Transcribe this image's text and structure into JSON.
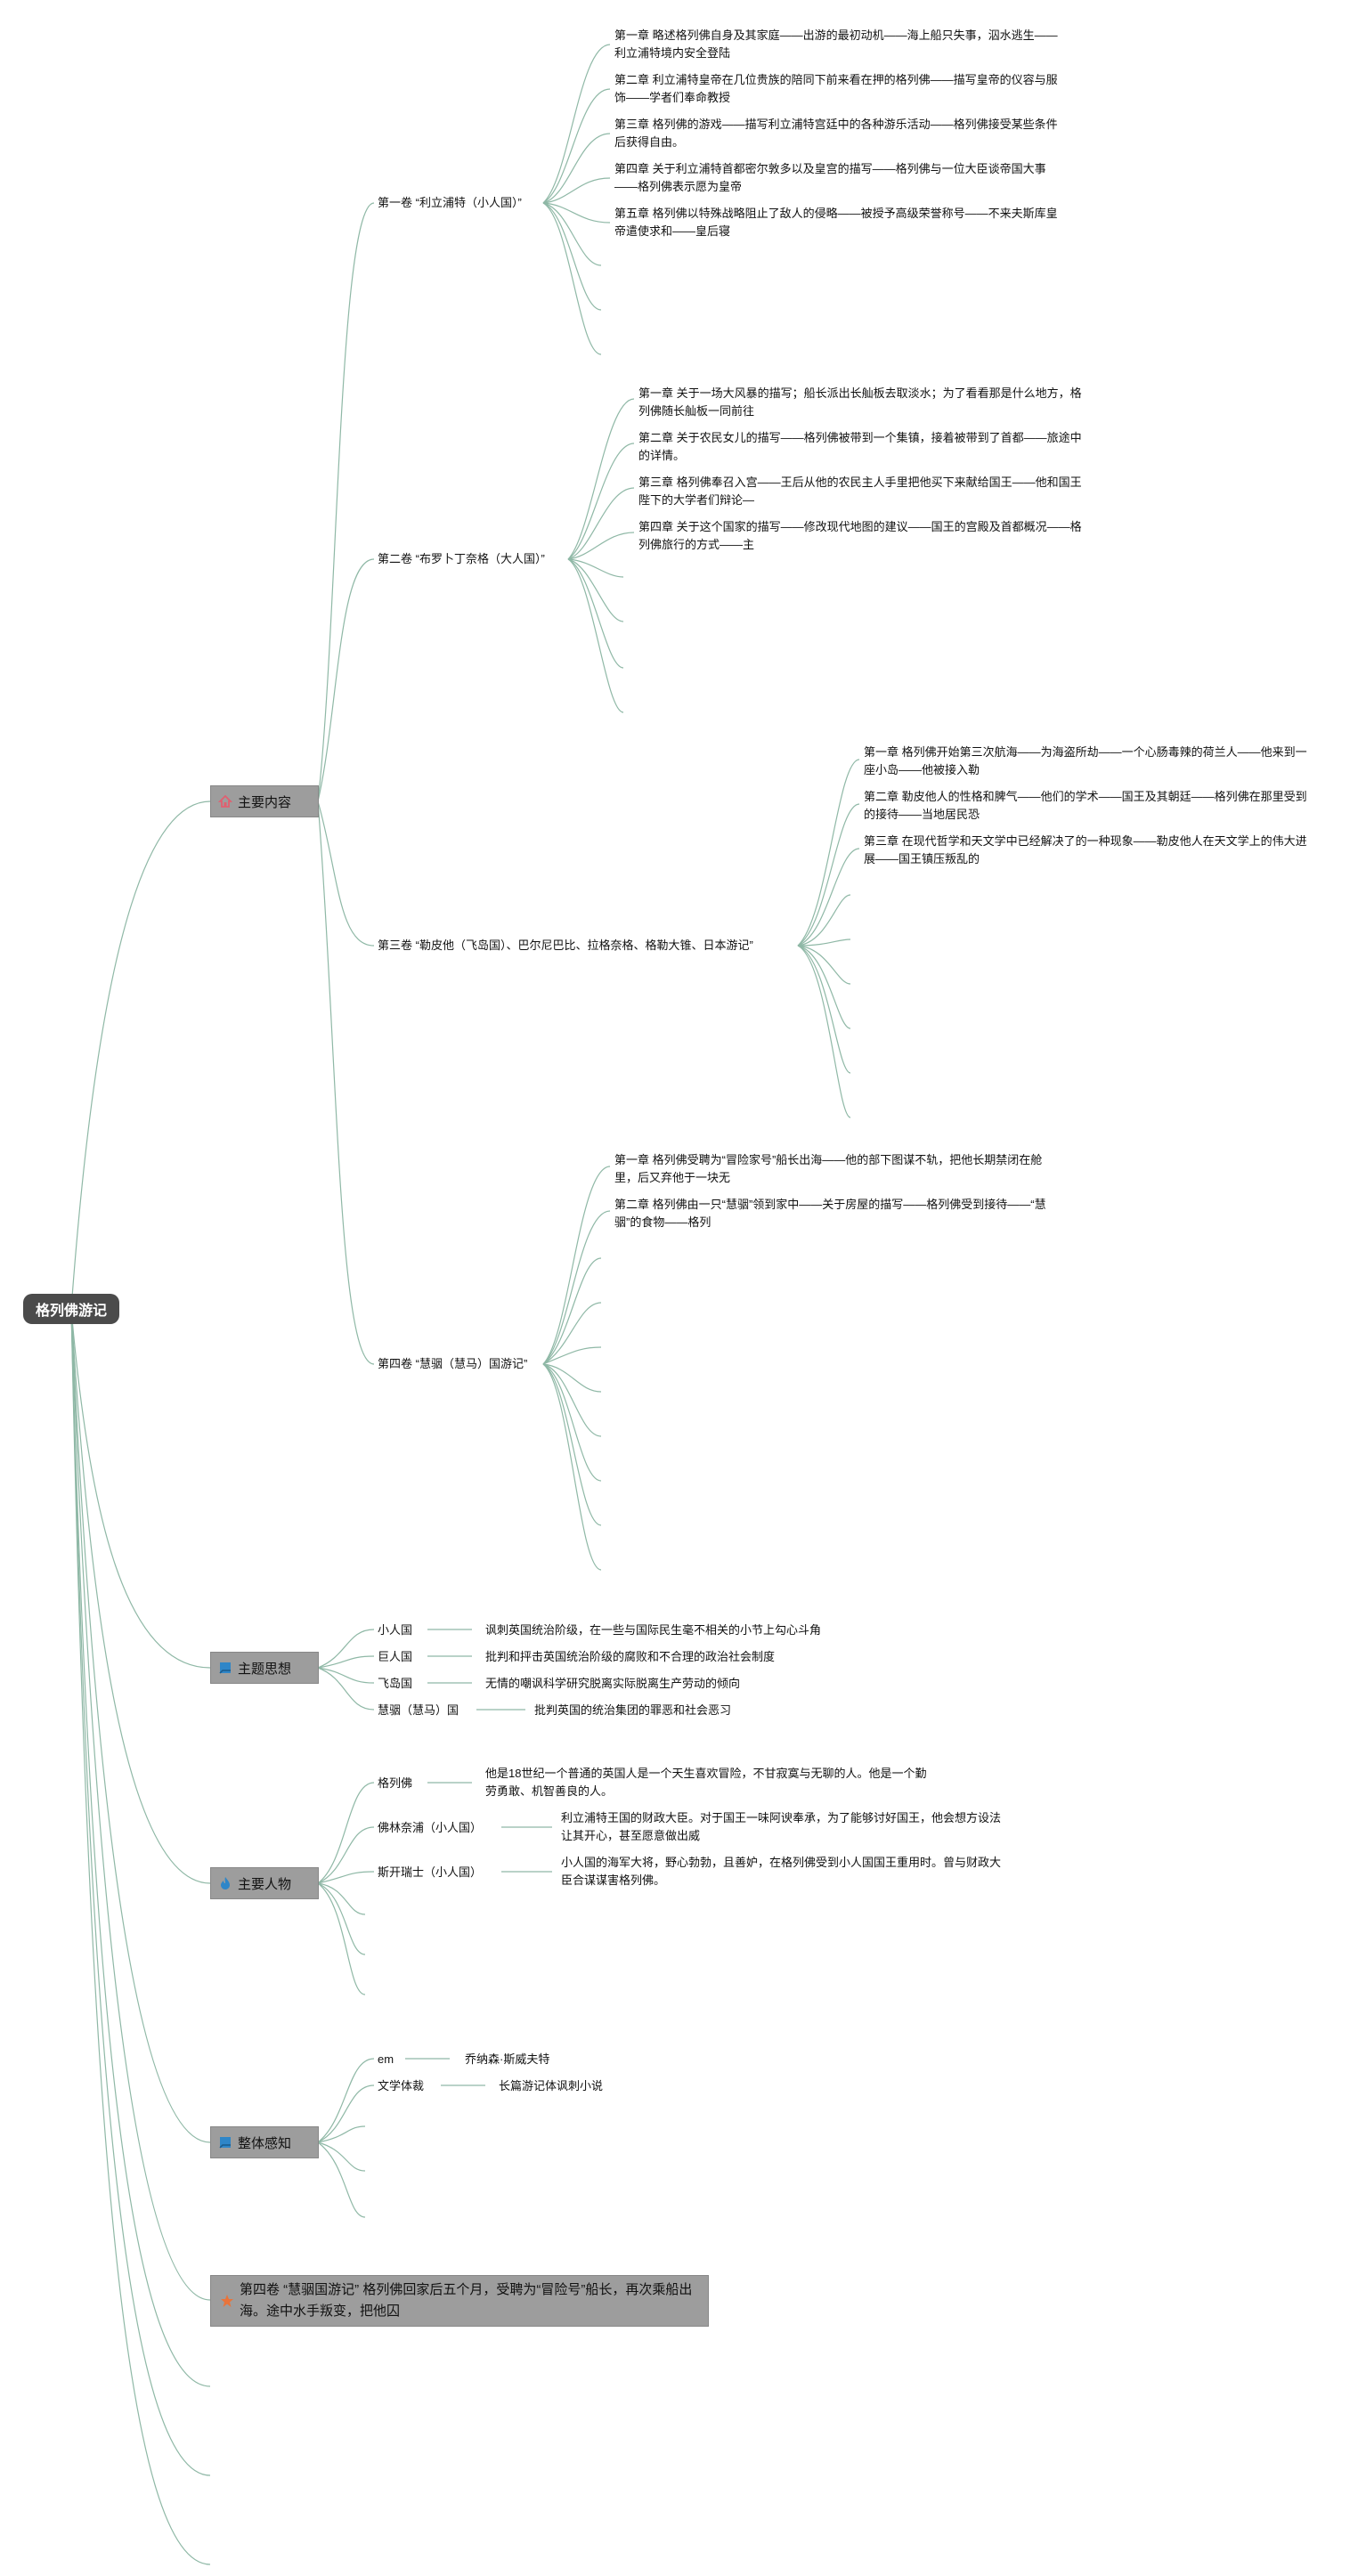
{
  "root": {
    "label": "格列佛游记"
  },
  "main_content": {
    "label": "主要内容",
    "vol1": {
      "label": "第一卷 “利立浦特（小人国）”",
      "chapters": [
        "第一章 略述格列佛自身及其家庭——出游的最初动机——海上船只失事，泅水逃生——利立浦特境内安全登陆",
        "第二章 利立浦特皇帝在几位贵族的陪同下前来看在押的格列佛——描写皇帝的仪容与服饰——学者们奉命教授",
        "第三章 格列佛的游戏——描写利立浦特宫廷中的各种游乐活动——格列佛接受某些条件后获得自由。",
        "第四章 关于利立浦特首都密尔敦多以及皇宫的描写——格列佛与一位大臣谈帝国大事——格列佛表示愿为皇帝",
        "第五章 格列佛以特殊战略阻止了敌人的侵略——被授予高级荣誉称号——不来夫斯库皇帝遣使求和——皇后寝"
      ]
    },
    "vol2": {
      "label": "第二卷 “布罗卜丁奈格（大人国）”",
      "chapters": [
        "第一章 关于一场大风暴的描写；船长派出长舢板去取淡水；为了看看那是什么地方，格列佛随长舢板一同前往",
        "第二章 关于农民女儿的描写——格列佛被带到一个集镇，接着被带到了首都——旅途中的详情。",
        "第三章 格列佛奉召入宫——王后从他的农民主人手里把他买下来献给国王——他和国王陛下的大学者们辩论—",
        "第四章 关于这个国家的描写——修改现代地图的建议——国王的宫殿及首都概况——格列佛旅行的方式——主"
      ]
    },
    "vol3": {
      "label": "第三卷 “勒皮他（飞岛国）、巴尔尼巴比、拉格奈格、格勒大锥、日本游记”",
      "chapters": [
        "第一章 格列佛开始第三次航海——为海盗所劫——一个心肠毒辣的荷兰人——他来到一座小岛——他被接入勒",
        "第二章 勒皮他人的性格和脾气——他们的学术——国王及其朝廷——格列佛在那里受到的接待——当地居民恐",
        "第三章 在现代哲学和天文学中已经解决了的一种现象——勒皮他人在天文学上的伟大进展——国王镇压叛乱的"
      ]
    },
    "vol4": {
      "label": "第四卷 “慧骃（慧马）国游记”",
      "chapters": [
        "第一章 格列佛受聘为“冒险家号”船长出海——他的部下图谋不轨，把他长期禁闭在舱里，后又弃他于一块无",
        "第二章 格列佛由一只“慧骃”领到家中——关于房屋的描写——格列佛受到接待——“慧骃”的食物——格列"
      ]
    }
  },
  "theme": {
    "label": "主题思想",
    "items": [
      {
        "k": "小人国",
        "v": "讽刺英国统治阶级，在一些与国际民生毫不相关的小节上勾心斗角"
      },
      {
        "k": "巨人国",
        "v": "批判和抨击英国统治阶级的腐败和不合理的政治社会制度"
      },
      {
        "k": "飞岛国",
        "v": "无情的嘲讽科学研究脱离实际脱离生产劳动的倾向"
      },
      {
        "k": "慧骃（慧马）国",
        "v": "批判英国的统治集团的罪恶和社会恶习"
      }
    ]
  },
  "characters": {
    "label": "主要人物",
    "items": [
      {
        "k": "格列佛",
        "v": "他是18世纪一个普通的英国人是一个天生喜欢冒险，不甘寂寞与无聊的人。他是一个勤劳勇敢、机智善良的人。"
      },
      {
        "k": "佛林奈浦（小人国）",
        "v": "利立浦特王国的财政大臣。对于国王一味阿谀奉承，为了能够讨好国王，他会想方设法让其开心，甚至愿意做出威"
      },
      {
        "k": "斯开瑞士（小人国）",
        "v": "小人国的海军大将，野心勃勃，且善妒，在格列佛受到小人国国王重用时。曾与财政大臣合谋谋害格列佛。"
      }
    ]
  },
  "overall": {
    "label": "整体感知",
    "items": [
      {
        "k": "em",
        "v": "乔纳森·斯威夫特"
      },
      {
        "k": "文学体裁",
        "v": "长篇游记体讽刺小说"
      }
    ]
  },
  "summary": {
    "text": "第四卷 “慧骃国游记” 格列佛回家后五个月，受聘为“冒险号”船长，再次乘船出海。途中水手叛变，把他囚"
  },
  "colors": {
    "line": "#8fb8a6",
    "node": "#9d9d9d",
    "root": "#4b4b4b",
    "home_icon": "#e06070",
    "flag_icon": "#2f86c8",
    "fire_icon": "#2f86c8",
    "star_icon": "#e8743b"
  }
}
